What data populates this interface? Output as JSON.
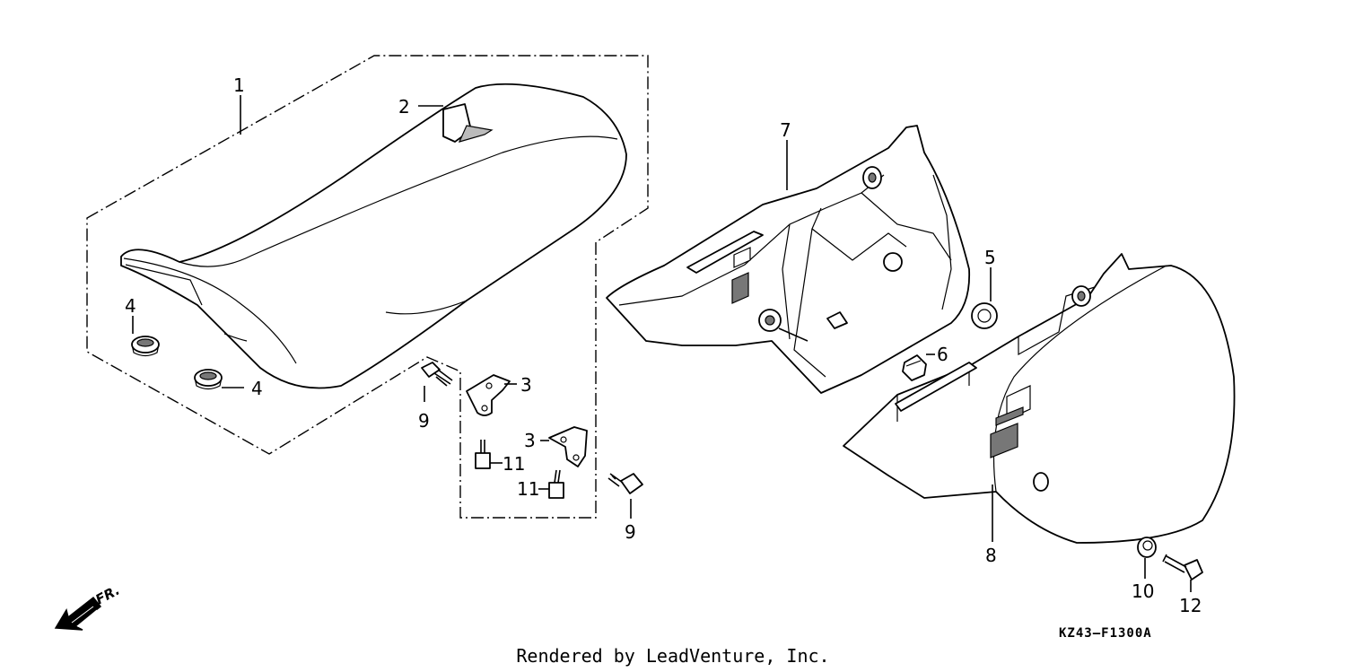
{
  "callouts": {
    "c1": "1",
    "c2": "2",
    "c3a": "3",
    "c3b": "3",
    "c4a": "4",
    "c4b": "4",
    "c5": "5",
    "c6": "6",
    "c7": "7",
    "c8": "8",
    "c9a": "9",
    "c9b": "9",
    "c10": "10",
    "c11a": "11",
    "c11b": "11",
    "c12": "12"
  },
  "direction_label": "FR.",
  "diagram_code": "KZ43—F1300A",
  "footer": "Rendered by LeadVenture, Inc."
}
